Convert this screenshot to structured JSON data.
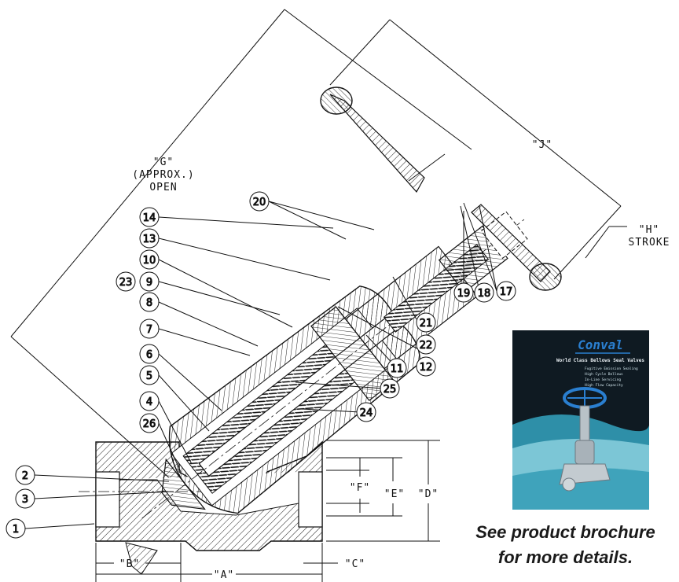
{
  "dimensions": {
    "g_label": "\"G\"",
    "g_approx": "(APPROX.)",
    "g_open": "OPEN",
    "j_label": "\"J\"",
    "h_label": "\"H\"",
    "h_stroke": "STROKE",
    "a_label": "\"A\"",
    "b_label": "\"B\"",
    "c_label": "\"C\"",
    "d_label": "\"D\"",
    "e_label": "\"E\"",
    "f_label": "\"F\""
  },
  "balloons": {
    "b1": "1",
    "b2": "2",
    "b3": "3",
    "b4": "4",
    "b5": "5",
    "b6": "6",
    "b7": "7",
    "b8": "8",
    "b9": "9",
    "b10": "10",
    "b11": "11",
    "b12": "12",
    "b13": "13",
    "b14": "14",
    "b17": "17",
    "b18": "18",
    "b19": "19",
    "b20": "20",
    "b21": "21",
    "b22": "22",
    "b23": "23",
    "b24": "24",
    "b25": "25",
    "b26": "26"
  },
  "brochure": {
    "brand": "Conval",
    "headline": "World Class Bellows Seal Valves",
    "bullets": [
      "Fugitive Emission Sealing",
      "High Cycle Bellows",
      "In-Line Servicing",
      "High Flow Capacity"
    ],
    "colors": {
      "dark": "#0f1a22",
      "teal": "#2e8fa8",
      "light_teal": "#7cc6d6",
      "brand_blue": "#2a7fd0"
    }
  },
  "cta": {
    "line1": "See product brochure",
    "line2": "for more details."
  }
}
